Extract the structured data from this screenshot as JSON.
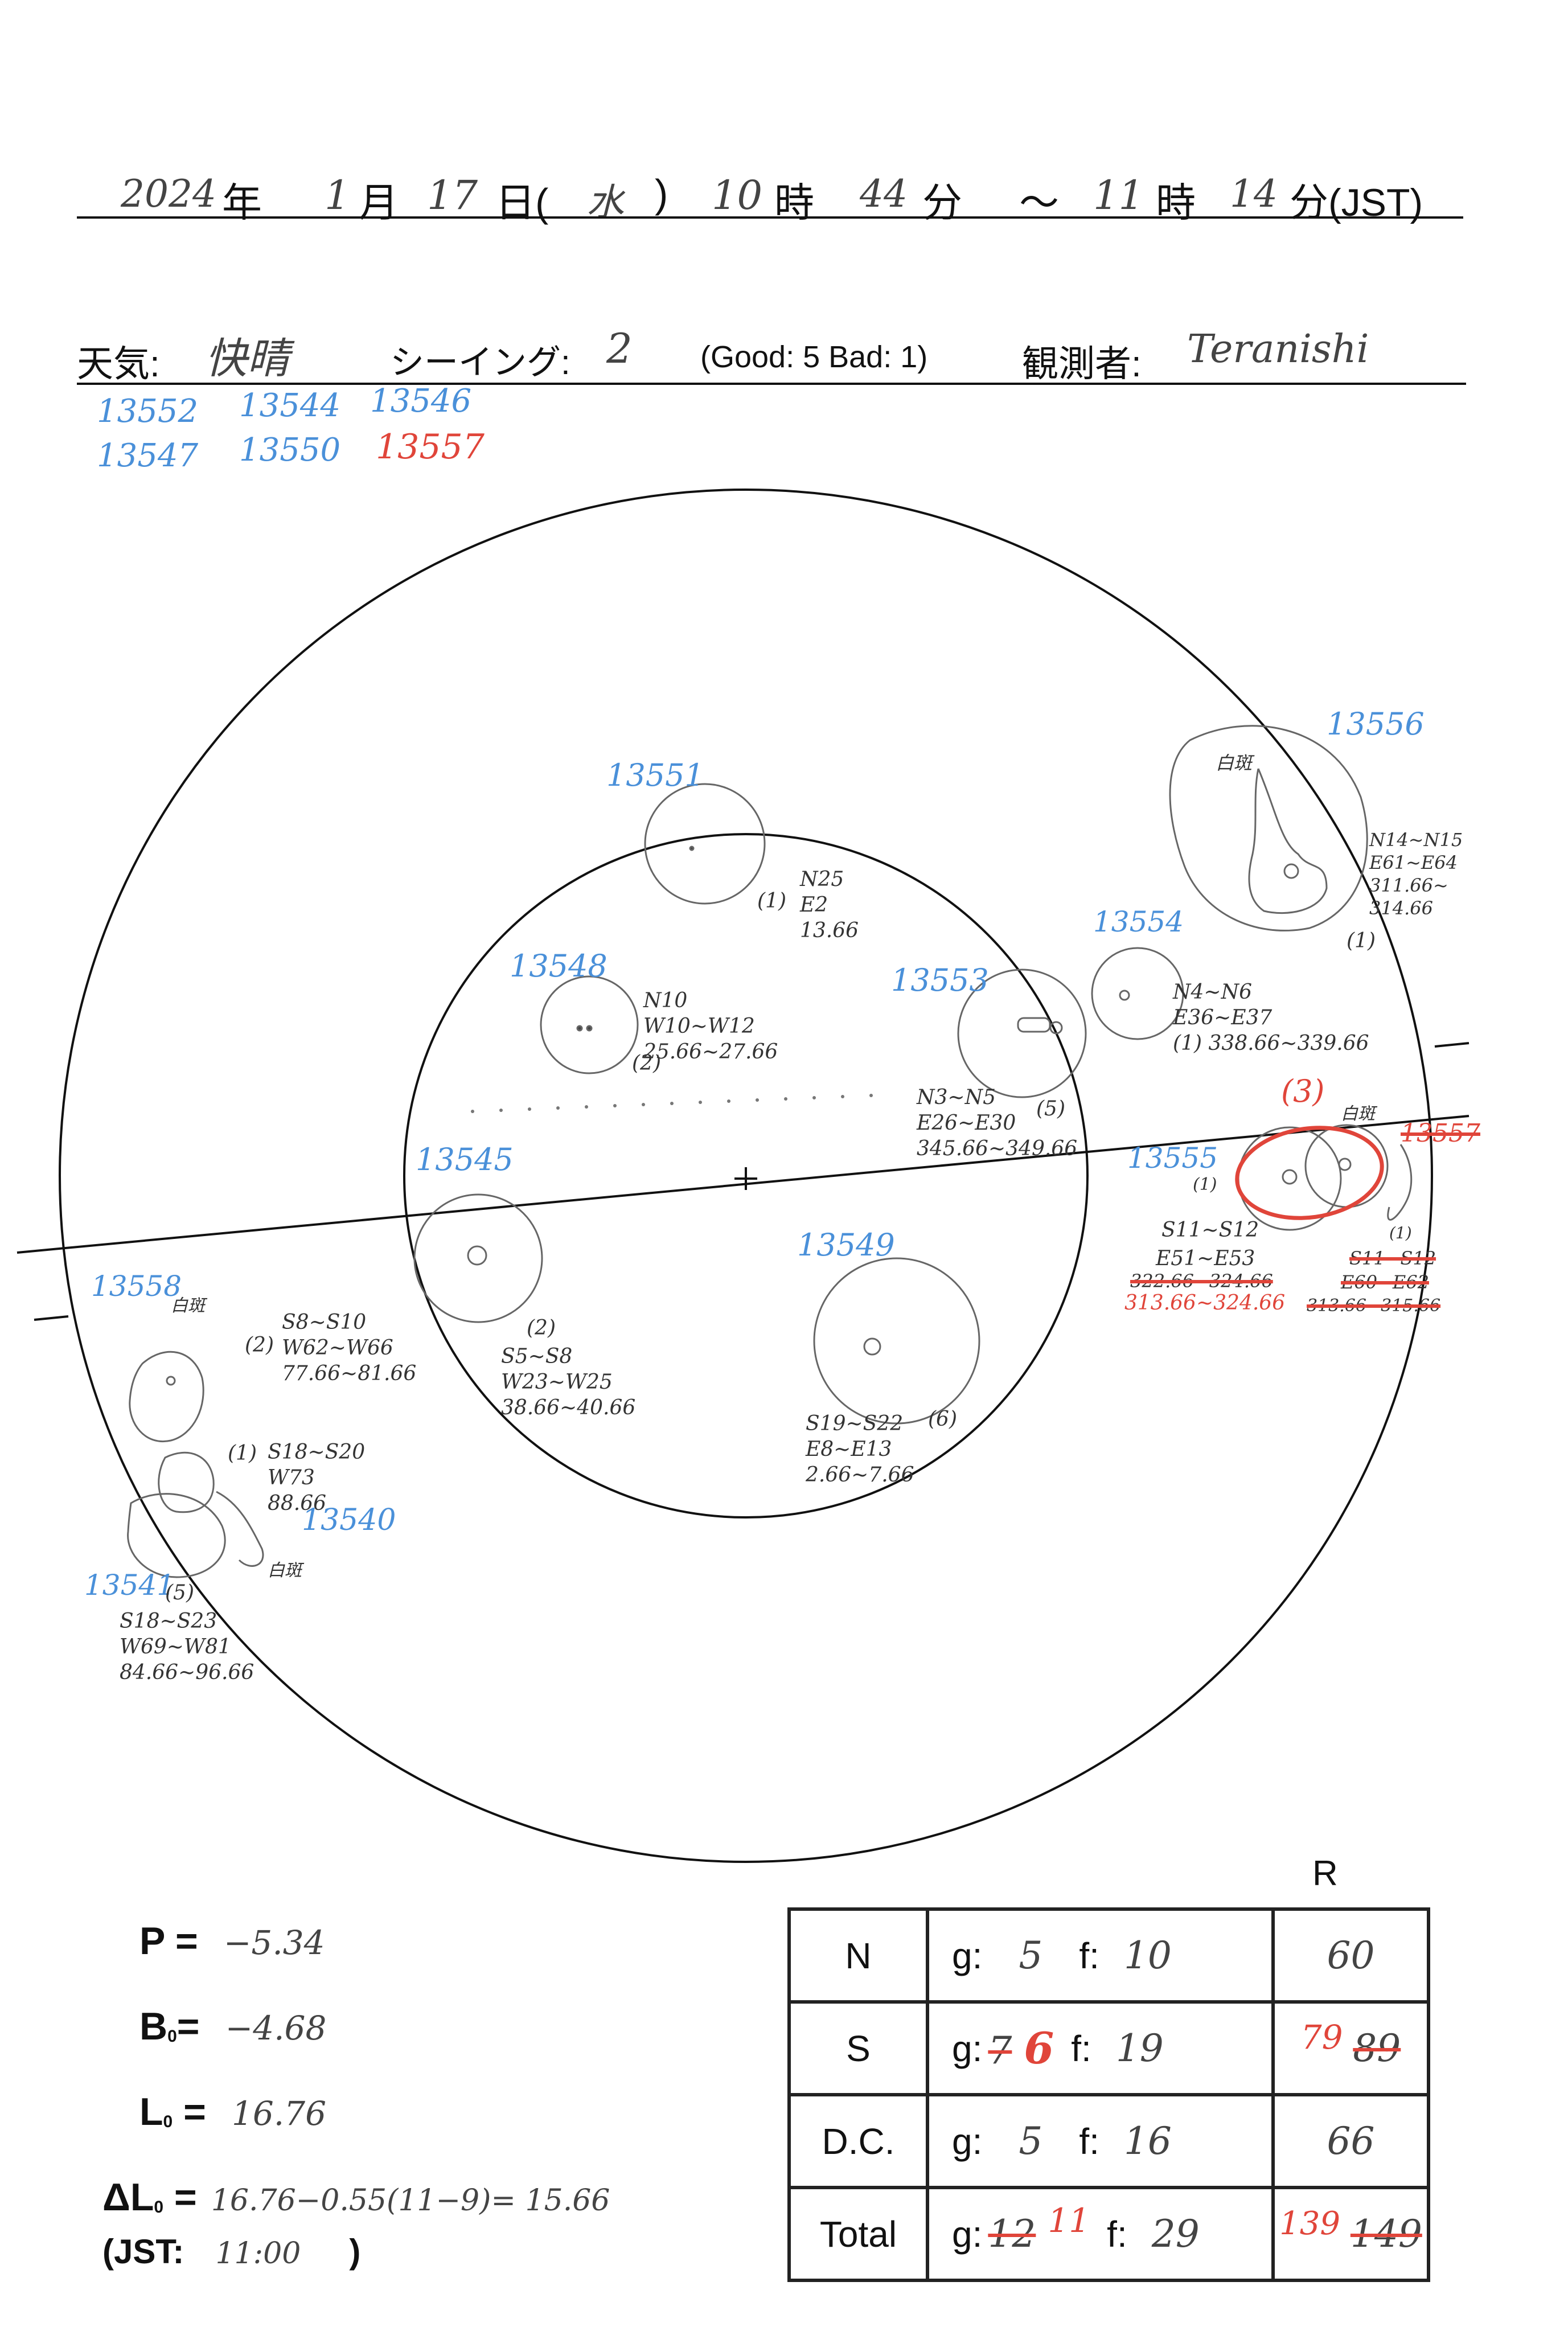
{
  "header": {
    "year": "2024",
    "year_unit": "年",
    "month": "1",
    "month_unit": "月",
    "day": "17",
    "day_unit": "日(",
    "weekday": "水",
    "paren_close": ")",
    "start_hour": "10",
    "hour_unit": "時",
    "start_min": "44",
    "min_unit": "分",
    "tilde": "～",
    "end_hour": "11",
    "end_min": "14",
    "min_unit_jst": "分(JST)"
  },
  "conditions": {
    "weather_label": "天気:",
    "weather": "快晴",
    "seeing_label": "シーイング:",
    "seeing": "2",
    "scale_note": "(Good: 5  Bad: 1)",
    "observer_label": "観測者:",
    "observer": "Teranishi"
  },
  "region_list": {
    "blue": [
      "13552",
      "13544",
      "13546",
      "13547",
      "13550"
    ],
    "red": "13557"
  },
  "disk_labels": {
    "r13551": "13551",
    "r13556": "13556",
    "r13548": "13548",
    "r13553": "13553",
    "r13554": "13554",
    "r13545": "13545",
    "r13549": "13549",
    "r13555": "13555",
    "r13557": "13557",
    "r13558": "13558",
    "r13540": "13540",
    "r13541": "13541",
    "red_count": "(3)"
  },
  "disk_notes": {
    "n13551": "N25\nE2\n13.66",
    "c13551": "(1)",
    "n13556": "N14~N15\nE61~E64\n311.66~\n314.66",
    "c13556": "(1)",
    "w13556": "白斑",
    "n13548": "N10\nW10~W12\n25.66~27.66",
    "c13548": "(2)",
    "n13553": "N3~N5\nE26~E30\n345.66~349.66",
    "c13553": "(5)",
    "n13554": "N4~N6\nE36~E37\n(1) 338.66~339.66",
    "n13545": "S5~S8\nW23~W25\n38.66~40.66",
    "c13545": "(2)",
    "n13549": "S19~S22\nE8~E13\n2.66~7.66",
    "c13549": "(6)",
    "n13555a": "S11~S12",
    "n13555b": "E51~E53",
    "n13555c": "322.66~324.66",
    "n13555d": "313.66~324.66",
    "c13555": "(1)",
    "n13557a": "S11~S12",
    "n13557b": "E60~E62",
    "n13557c": "313.66~315.66",
    "c13557": "(1)",
    "w13557": "白斑",
    "n13558": "S8~S10\nW62~W66\n77.66~81.66",
    "c13558": "(2)",
    "w13558": "白斑",
    "n13540": "S18~S20\nW73\n88.66",
    "c13540": "(1)",
    "w13540": "白斑",
    "n13541": "S18~S23\nW69~W81\n84.66~96.66",
    "c13541": "(5)"
  },
  "parameters": {
    "p_label": "P =",
    "p_value": "−5.34",
    "b0_label": "B",
    "b0_sub": "0",
    "b0_eq": "=",
    "b0_value": "−4.68",
    "l0_label": "L",
    "l0_sub": "0",
    "l0_eq": " =",
    "l0_value": "16.76",
    "dl0_label": "ΔL",
    "dl0_sub": "0",
    "dl0_eq": " =",
    "dl0_value": "16.76−0.55(11−9)= 15.66",
    "jst_label": "(JST:",
    "jst_value": "11:00",
    "jst_close": ")"
  },
  "summary": {
    "r_header": "R",
    "g_label": "g:",
    "f_label": "f:",
    "rows": [
      {
        "label": "N",
        "g": "5",
        "f": "10",
        "r": "60"
      },
      {
        "label": "S",
        "g_struck": "7",
        "g_new": "6",
        "f": "19",
        "r_new": "79",
        "r_struck": "89"
      },
      {
        "label": "D.C.",
        "g": "5",
        "f": "16",
        "r": "66"
      },
      {
        "label": "Total",
        "g_struck": "12",
        "g_new": "11",
        "f": "29",
        "r_new": "139",
        "r_struck": "149"
      }
    ]
  }
}
